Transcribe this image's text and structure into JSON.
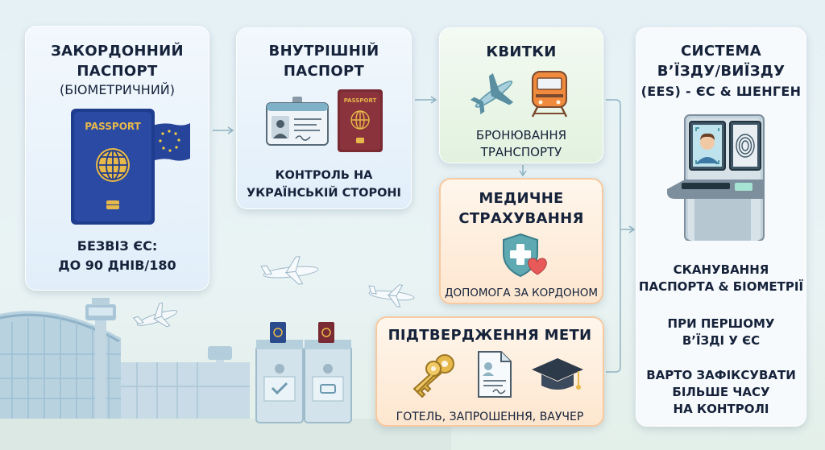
{
  "cards": {
    "foreign_passport": {
      "title_line1": "ЗАКОРДОННИЙ",
      "title_line2": "ПАСПОРТ",
      "title_line3": "(БІОМЕТРИЧНИЙ)",
      "passport_label": "PASSPORT",
      "note_line1": "БЕЗВІЗ ЄС:",
      "note_line2": "ДО 90 ДНІВ/180"
    },
    "internal_passport": {
      "title_line1": "ВНУТРІШНІЙ",
      "title_line2": "ПАСПОРТ",
      "passport_label": "PASSPORT",
      "note_line1": "КОНТРОЛЬ НА",
      "note_line2": "УКРАЇНСЬКІЙ СТОРОНІ"
    },
    "tickets": {
      "title": "КВИТКИ",
      "note_line1": "БРОНЮВАННЯ",
      "note_line2": "ТРАНСПОРТУ"
    },
    "insurance": {
      "title_line1": "МЕДИЧНЕ",
      "title_line2": "СТРАХУВАННЯ",
      "note": "ДОПОМОГА ЗА КОРДОНОМ"
    },
    "purpose": {
      "title": "ПІДТВЕРДЖЕННЯ МЕТИ",
      "note": "ГОТЕЛЬ, ЗАПРОШЕННЯ, ВАУЧЕР"
    },
    "ees": {
      "title_line1": "СИСТЕМА",
      "title_line2": "В’ЇЗДУ/ВИЇЗДУ",
      "title_line3": "(EES) - ЄС & ШЕНГЕН",
      "note1_line1": "СКАНУВАННЯ",
      "note1_line2": "ПАСПОРТА & БІОМЕТРІЇ",
      "note2_line1": "ПРИ ПЕРШОМУ",
      "note2_line2": "В’ЇЗДІ У ЄС",
      "note3_line1": "ВАРТО ЗАФІКСУВАТИ",
      "note3_line2": "БІЛЬШЕ ЧАСУ",
      "note3_line3": "НА КОНТРОЛІ"
    }
  },
  "icons": {
    "foreign_passport": "blue-passport-icon",
    "eu_flag": "eu-flag-icon",
    "id_card": "id-card-icon",
    "internal_passport": "red-passport-icon",
    "plane": "airplane-icon",
    "train": "train-icon",
    "shield": "medical-shield-icon",
    "keys": "keys-icon",
    "document": "document-icon",
    "voucher": "graduation-cap-icon",
    "kiosk": "biometric-kiosk-icon"
  },
  "colors": {
    "passport_blue": "#1f3d8f",
    "passport_red": "#7a2a33",
    "gold": "#e7b84a",
    "teal": "#5fa9b3",
    "orange_train": "#f08a3c",
    "arrow": "#8fb3c2"
  }
}
